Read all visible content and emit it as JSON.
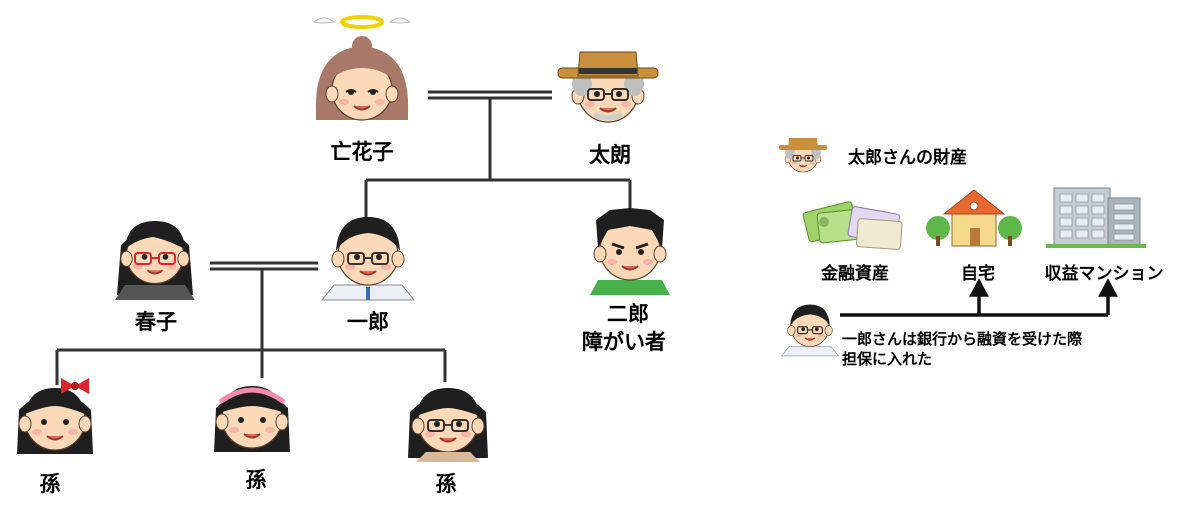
{
  "family_tree": {
    "deceased_mother": "亡花子",
    "father": "太朗",
    "first_son": "一郎",
    "first_son_wife": "春子",
    "second_son_line1": "二郎",
    "second_son_line2": "障がい者",
    "grandchild_1": "孫",
    "grandchild_2": "孫",
    "grandchild_3": "孫"
  },
  "assets_panel": {
    "title": "太郎さんの財産",
    "items": [
      "金融資産",
      "自宅",
      "収益マンション"
    ],
    "note_line1": "一郎さんは銀行から融資を受けた際",
    "note_line2": "担保に入れた"
  },
  "colors": {
    "skin": "#fbd9b8",
    "hair_black": "#1f1f1f",
    "hair_gray": "#bfbfbf",
    "halo": "#f1d100",
    "hat": "#c8903c",
    "house_roof": "#e8692f",
    "house_wall": "#f5d98a",
    "building": "#b9c3c9",
    "bow_red": "#d9262c",
    "headband_pink": "#f28bb0"
  }
}
